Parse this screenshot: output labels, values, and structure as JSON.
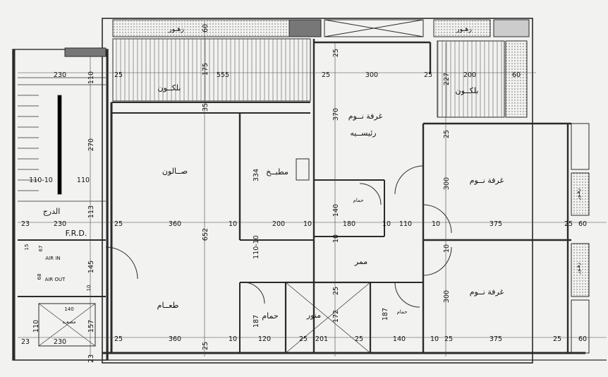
{
  "rooms": {
    "salon": "صــالون",
    "dining": "طعــام",
    "kitchen": "مطبــخ",
    "master": "غرفة نــوم",
    "master_sub": "رئيســيه",
    "bedroom1": "غرفة نــوم",
    "bedroom2": "غرفة نــوم",
    "corridor": "ممر",
    "bath_main": "حمام",
    "bath_small": "حمام",
    "bath_small2": "حمام",
    "shaft": "منور",
    "balcony_left": "بلكــون",
    "balcony_right": "بلكــون",
    "stairs": "الدرج",
    "flowers_top_left": "زهـور",
    "flowers_top_right": "زهـور",
    "flowers_side_1": "زهـور",
    "flowers_side_2": "زهـور",
    "elevator": "مصعـد",
    "frd": "F.R.D.",
    "air_in": "AIR IN",
    "air_out": "AIR OUT"
  },
  "dims_horizontal": {
    "d230_top": "230",
    "d25_a": "25",
    "d555": "555",
    "d25_b": "25",
    "d300_top": "300",
    "d25_c": "25",
    "d200_top": "200",
    "d60_top": "60",
    "d110_10": "110-10",
    "d110": "110",
    "d23_mid": "23",
    "d230_mid": "230",
    "d25_mid": "25",
    "d360_mid": "360",
    "d10_a": "10",
    "d200_mid": "200",
    "d10_b": "10",
    "d180": "180",
    "d10_c": "10",
    "d110_mid": "110",
    "d10_d": "10",
    "d375_mid": "375",
    "d25_e": "25",
    "d60_mid": "60",
    "d23_bot": "23",
    "d230_bot": "230",
    "d25_bot": "25",
    "d360_bot": "360",
    "d10_e": "10",
    "d120": "120",
    "d25_f": "25",
    "d201": "201",
    "d25_g": "25",
    "d140": "140",
    "d10_f": "10",
    "d25_h": "25",
    "d375_bot": "375",
    "d25_i": "25",
    "d60_bot": "60",
    "d140_elev": "140"
  },
  "dims_vertical": {
    "v60_top": "60",
    "v175": "175",
    "v25_top": "25",
    "v227": "227",
    "v110_left": "110",
    "v35": "35",
    "v370": "370",
    "v270": "270",
    "v334": "334",
    "v113": "113",
    "v652": "652",
    "v300_upper": "300",
    "v140": "140",
    "v110_10": "110-10",
    "v10_mid": "10",
    "v300_lower": "300",
    "v10_right": "10",
    "v25_right": "25",
    "v187_a": "187",
    "v172": "172",
    "v187_b": "187",
    "v25_shaft": "25",
    "v25_bot": "25",
    "v23_bot": "23",
    "v157": "157",
    "v110_elev": "110",
    "v15": "15",
    "v67": "67",
    "v145": "145",
    "v10_air": "10",
    "v68": "68"
  },
  "colors": {
    "line": "#2b2b2b",
    "paper": "#f2f2f0",
    "hatch": "#9a9a9a",
    "wall": "#3a3a3a"
  }
}
